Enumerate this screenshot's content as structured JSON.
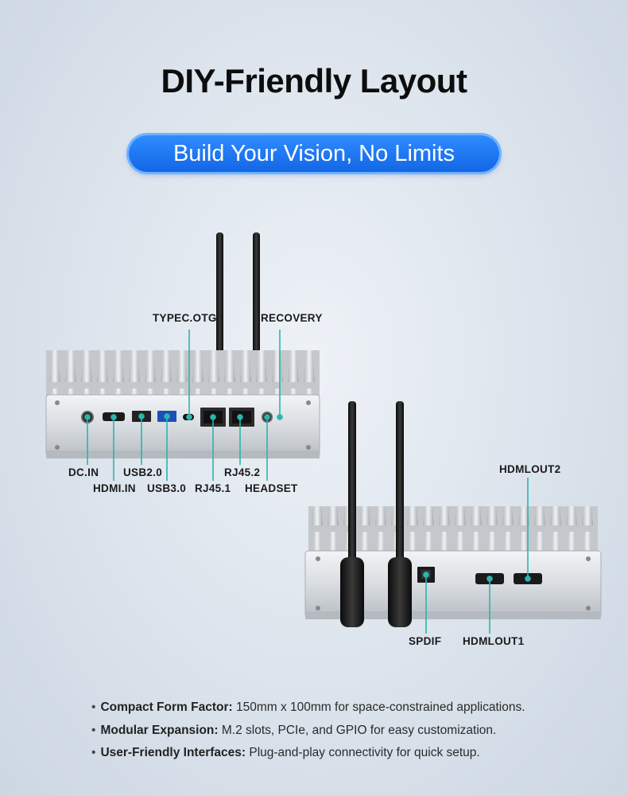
{
  "headline": "DIY-Friendly Layout",
  "subheadline": "Build Your Vision, No Limits",
  "front_labels": {
    "typec_otg": "TYPEC.OTG",
    "recovery": "RECOVERY",
    "dc_in": "DC.IN",
    "hdmi_in": "HDMI.IN",
    "usb2": "USB2.0",
    "usb3": "USB3.0",
    "rj45_1": "RJ45.1",
    "rj45_2": "RJ45.2",
    "headset": "HEADSET"
  },
  "rear_labels": {
    "hdmlout2": "HDMLOUT2",
    "spdif": "SPDIF",
    "hdmlout1": "HDMLOUT1"
  },
  "features": [
    {
      "title": "Compact Form Factor:",
      "text": "150mm x 100mm for space-constrained applications."
    },
    {
      "title": "Modular Expansion:",
      "text": "M.2 slots, PCIe, and GPIO for easy customization."
    },
    {
      "title": "User-Friendly Interfaces:",
      "text": "Plug-and-play connectivity for quick setup."
    }
  ],
  "colors": {
    "accent": "#1a73f0",
    "callout_line": "#2bb5ad",
    "text": "#111111"
  }
}
